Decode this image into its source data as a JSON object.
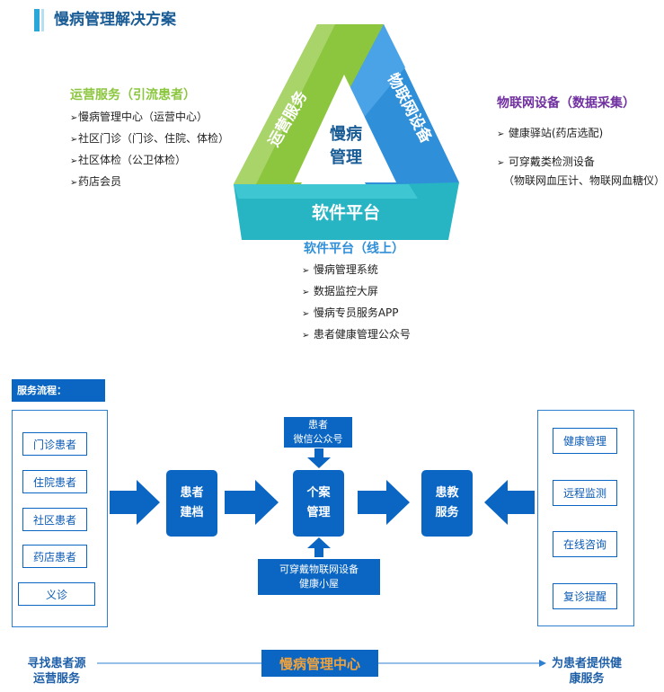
{
  "title": "慢病管理解决方案",
  "triangle": {
    "left_label": "运营服务",
    "right_label": "物联网设备",
    "bottom_label": "软件平台",
    "center_label_line1": "慢病",
    "center_label_line2": "管理"
  },
  "operations": {
    "heading": "运营服务（引流患者）",
    "items": [
      "慢病管理中心（运营中心）",
      "社区门诊（门诊、住院、体检）",
      "社区体检（公卫体检）",
      "药店会员"
    ]
  },
  "iot": {
    "heading": "物联网设备（数据采集）",
    "items": [
      "健康驿站(药店选配)",
      "可穿戴类检测设备"
    ],
    "note": "（物联网血压计、物联网血糖仪）"
  },
  "software": {
    "heading": "软件平台（线上）",
    "items": [
      "慢病管理系统",
      "数据监控大屏",
      "慢病专员服务APP",
      "患者健康管理公众号"
    ]
  },
  "flow": {
    "label": "服务流程：",
    "sources": [
      "门诊患者",
      "住院患者",
      "社区患者",
      "药店患者",
      "义诊"
    ],
    "step1": [
      "患者",
      "建档"
    ],
    "step2": [
      "个案",
      "管理"
    ],
    "step3": [
      "患教",
      "服务"
    ],
    "top_input": [
      "患者",
      "微信公众号"
    ],
    "bottom_input": [
      "可穿戴物联网设备",
      "健康小屋"
    ],
    "services": [
      "健康管理",
      "远程监测",
      "在线咨询",
      "复诊提醒"
    ]
  },
  "bottom": {
    "left_line1": "寻找患者源",
    "left_line2": "运营服务",
    "center": "慢病管理中心",
    "right_line1": "为患者提供健",
    "right_line2": "康服务"
  },
  "colors": {
    "accent_blue": "#0b66c3",
    "triangle_green": "#8cc63f",
    "triangle_blue": "#2f8fd8",
    "triangle_teal": "#27b5c4",
    "center_orange": "#f2a23a"
  }
}
